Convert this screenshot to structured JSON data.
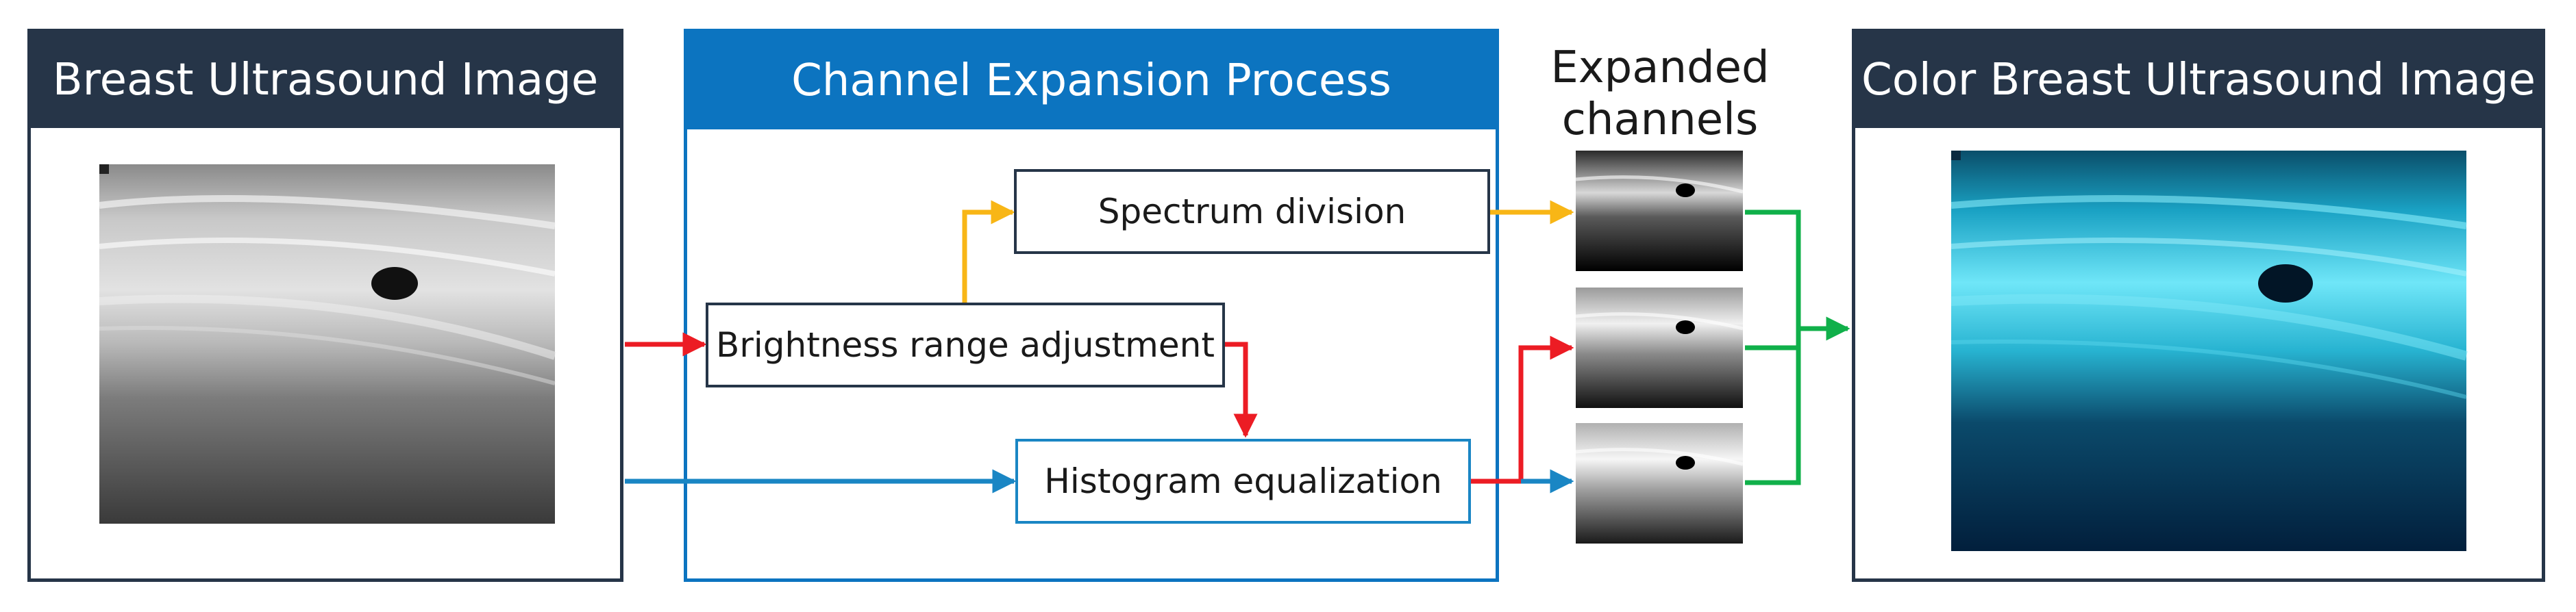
{
  "colors": {
    "dark_header": "#263548",
    "blue_header": "#0c74c0",
    "yellow_arrow": "#f8b616",
    "red_arrow": "#ec1c24",
    "blue_arrow": "#1a86c4",
    "green_arrow": "#10b04a"
  },
  "input_panel": {
    "title": "Breast Ultrasound Image"
  },
  "process_panel": {
    "title": "Channel Expansion Process",
    "steps": {
      "spectrum": "Spectrum division",
      "brightness": "Brightness range adjustment",
      "histogram": "Histogram equalization"
    }
  },
  "channels": {
    "label": "Expanded channels"
  },
  "output_panel": {
    "title": "Color Breast Ultrasound Image"
  }
}
